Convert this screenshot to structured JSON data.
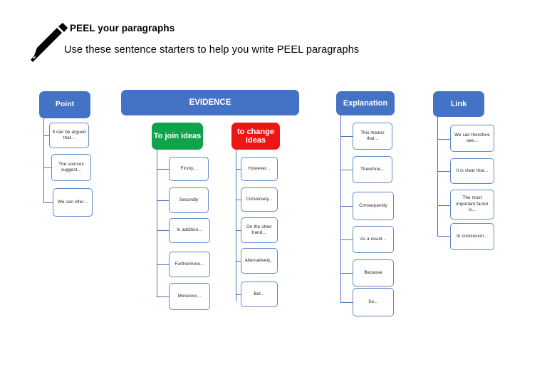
{
  "header": {
    "icon": "pencil-icon",
    "title": "PEEL your paragraphs",
    "subtitle": "Use these sentence starters to help you write PEEL paragraphs"
  },
  "colors": {
    "blue": "#4472C4",
    "green": "#0FA34B",
    "red": "#F01515",
    "connector": "#4874B4",
    "leaf_border": "#6189C6",
    "leaf_fill": "#FFFFFF",
    "page_background": "#FFFFFF",
    "icon": "#000000"
  },
  "columns": [
    {
      "id": "point",
      "header": "Point",
      "header_color": "blue",
      "items": [
        "It can be argued that...",
        "The sources suggest...",
        "We can infer..."
      ]
    },
    {
      "id": "evidence",
      "header": "EVIDENCE",
      "header_color": "blue",
      "subgroups": [
        {
          "id": "to-join-ideas",
          "header": "To join ideas",
          "header_color": "green",
          "items": [
            "Firstly...",
            "Secondly",
            "In addition...",
            "Furthermore...",
            "Moreover..."
          ]
        },
        {
          "id": "to-change-ideas",
          "header": "to change ideas",
          "header_color": "red",
          "items": [
            "However...",
            "Conversely...",
            "On the other hand...",
            "Alternatively...",
            "But..."
          ]
        }
      ]
    },
    {
      "id": "explanation",
      "header": "Explanation",
      "header_color": "blue",
      "items": [
        "This means that...",
        "Therefore...",
        "Consequently",
        "As a result...",
        "Because",
        "So..."
      ]
    },
    {
      "id": "link",
      "header": "Link",
      "header_color": "blue",
      "items": [
        "We can therefore see...",
        "It is clear that...",
        "The most important factor is...",
        "In conclusion..."
      ]
    }
  ]
}
